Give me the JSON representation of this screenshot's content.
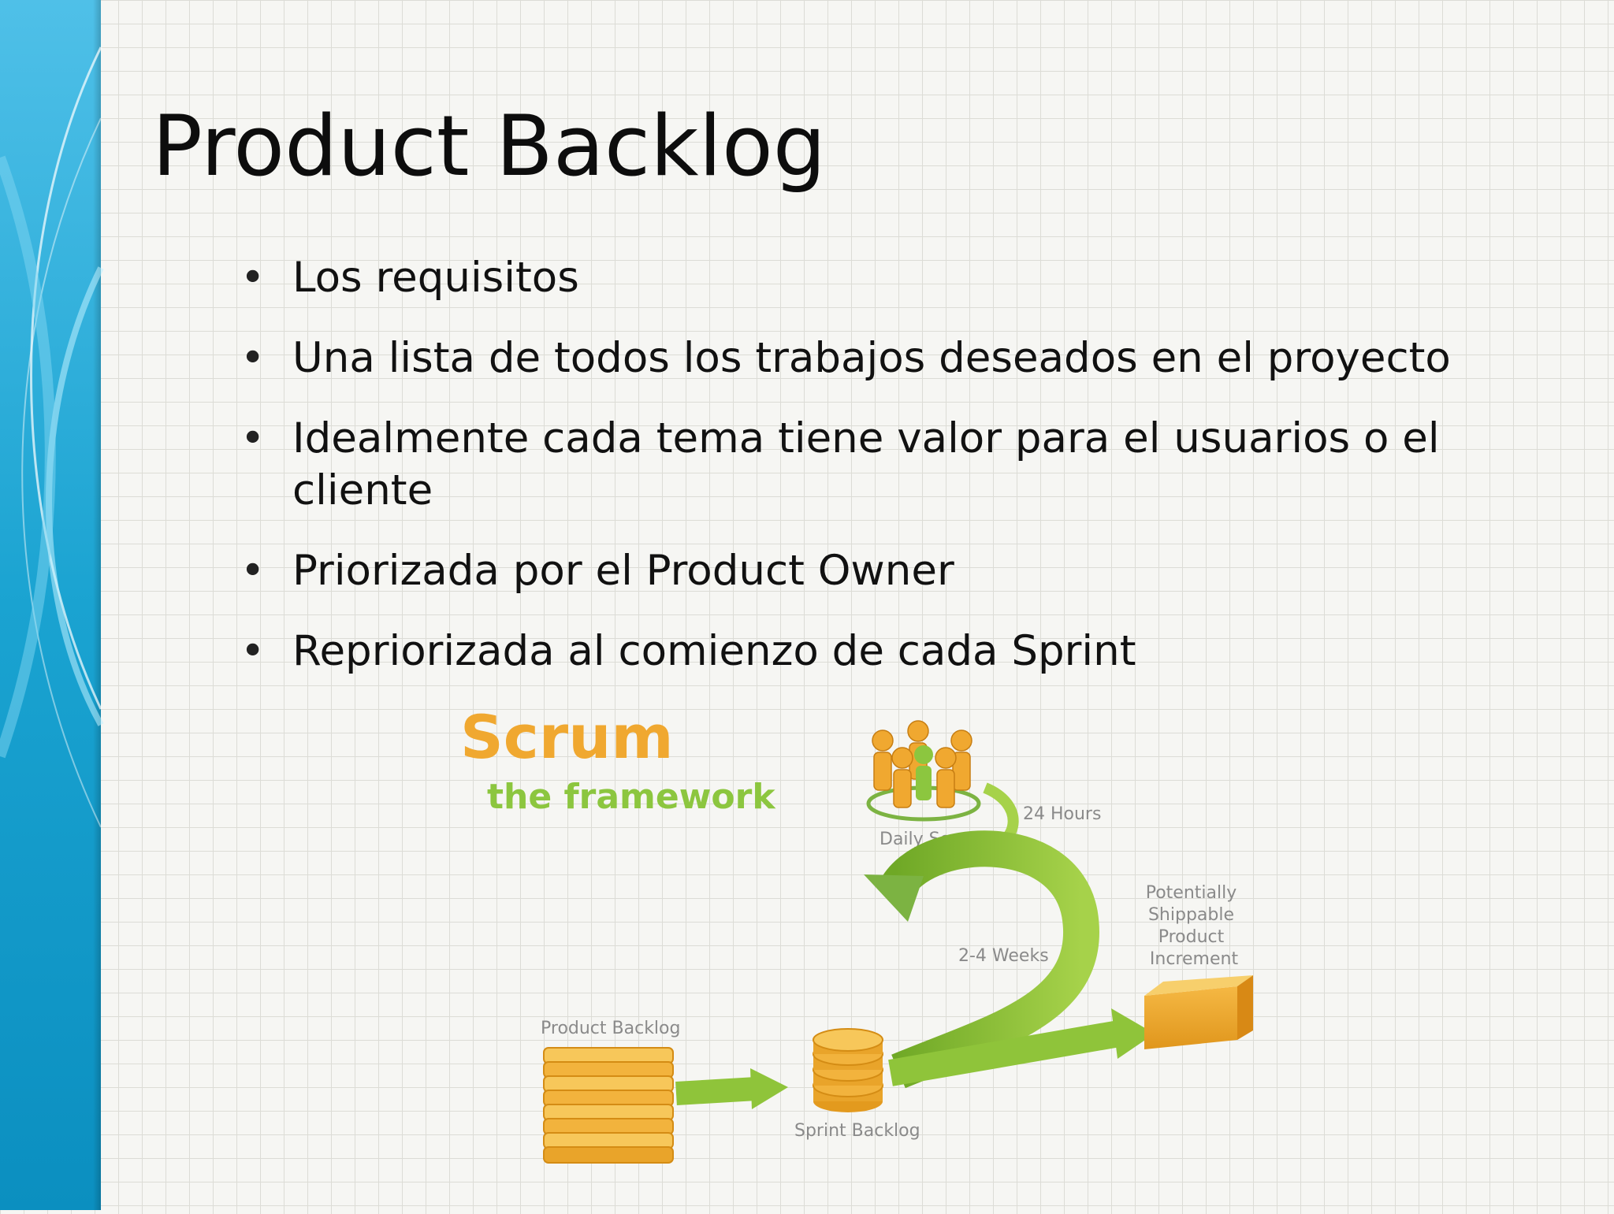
{
  "slide": {
    "title": "Product Backlog",
    "bullets": [
      "Los requisitos",
      "Una lista de todos los trabajos deseados en el proyecto",
      "Idealmente cada tema tiene valor para el usuarios o el cliente",
      "Priorizada por el Product Owner",
      "Repriorizada al comienzo de cada Sprint"
    ]
  },
  "diagram": {
    "heading": "Scrum",
    "subheading": "the framework",
    "labels": {
      "daily_scrum": "Daily Scrum",
      "hours": "24 Hours",
      "weeks": "2-4 Weeks",
      "increment_lines": [
        "Potentially",
        "Shippable",
        "Product",
        "Increment"
      ],
      "product_backlog": "Product Backlog",
      "sprint_backlog": "Sprint Backlog"
    },
    "icons": [
      "people-circle-icon",
      "stack-icon",
      "coins-icon",
      "box-icon"
    ]
  },
  "colors": {
    "band_blue": "#1aa3d1",
    "scrum_orange": "#f0a830",
    "framework_green": "#8cc63f",
    "arrow_green": "#8fc43a",
    "stack_gold": "#f2b33d",
    "label_gray": "#8a8a8a"
  }
}
